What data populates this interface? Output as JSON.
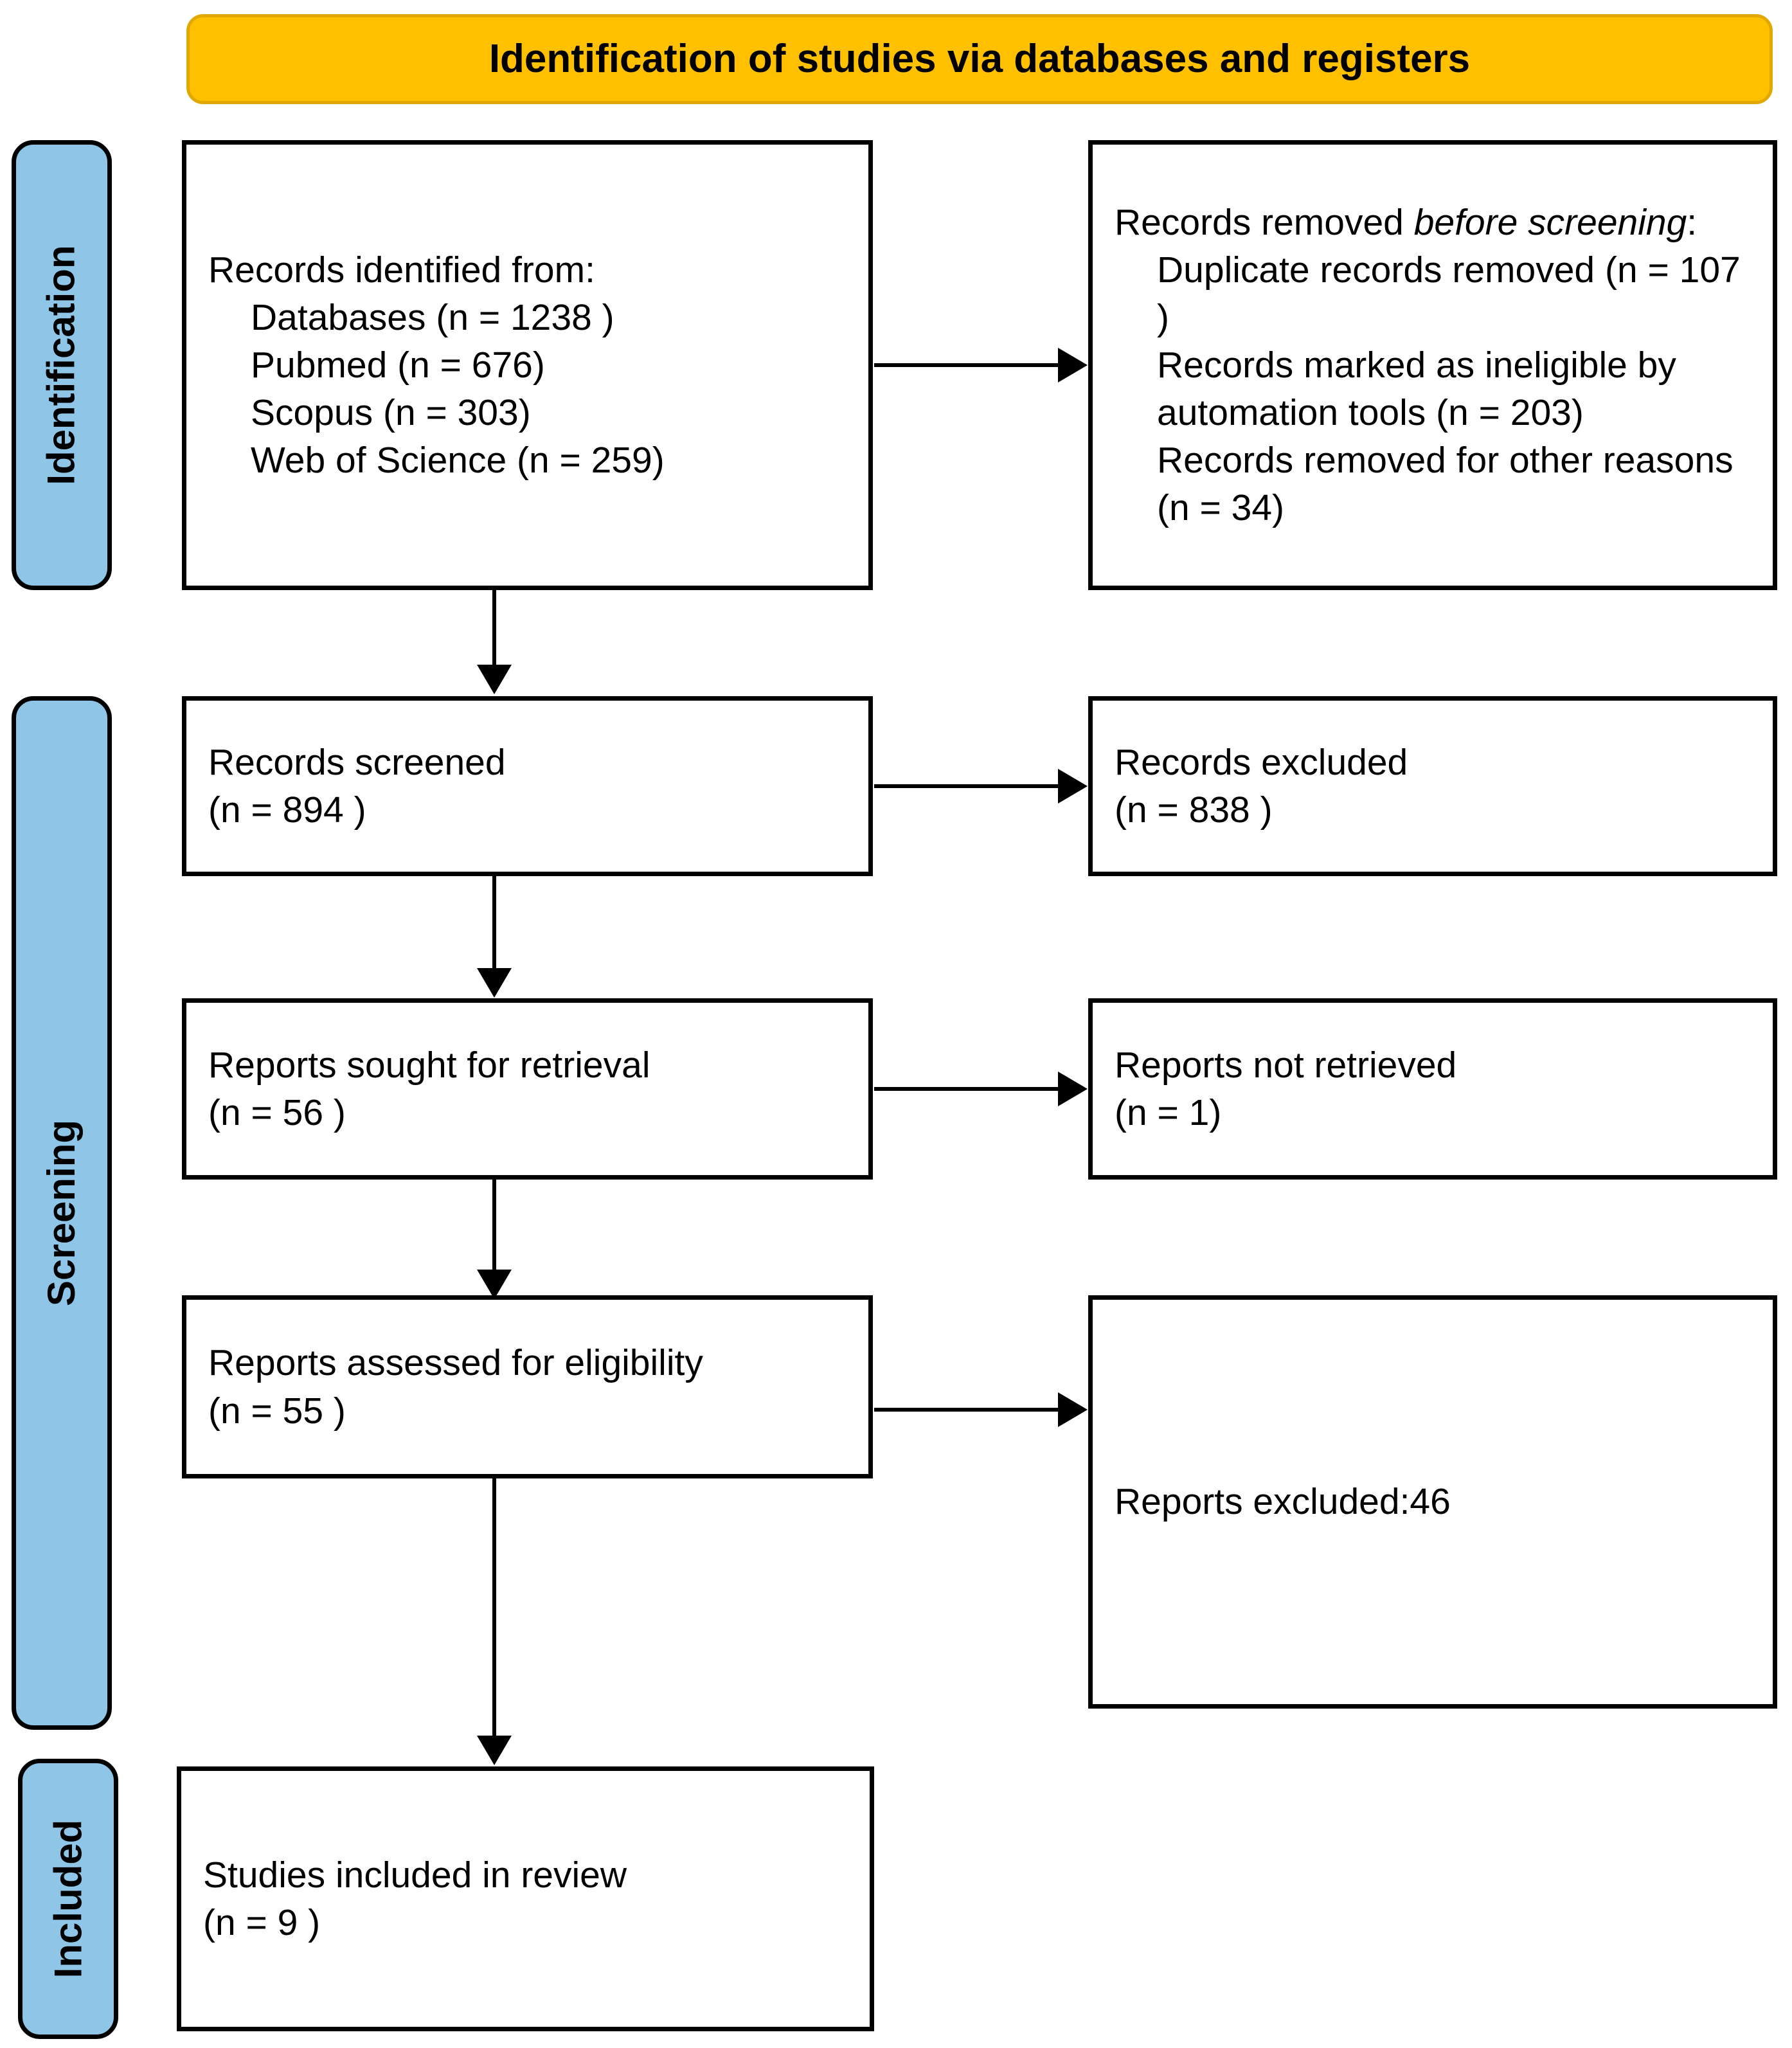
{
  "diagram": {
    "type": "PRISMA flow diagram",
    "banner": {
      "title": "Identification of studies via databases and registers"
    },
    "colors": {
      "banner_fill": "#FFC000",
      "phase_bar_fill": "#8FC6E8",
      "box_border": "#000000",
      "box_fill": "#FFFFFF",
      "text": "#000000"
    },
    "phases": [
      {
        "id": "identification",
        "label": "Identification"
      },
      {
        "id": "screening",
        "label": "Screening"
      },
      {
        "id": "included",
        "label": "Included"
      }
    ],
    "boxes": {
      "records_identified": {
        "heading": "Records identified from:",
        "items": [
          "Databases (n = 1238 )",
          "Pubmed (n = 676)",
          "Scopus (n = 303)",
          "Web of Science (n = 259)"
        ]
      },
      "records_removed": {
        "heading_plain": "Records removed ",
        "heading_italic": "before screening",
        "heading_colon": ":",
        "items": [
          "Duplicate records removed (n = 107 )",
          "Records marked as ineligible by automation tools (n = 203)",
          "Records removed for other reasons (n = 34)"
        ]
      },
      "records_screened": {
        "label": "Records screened",
        "count": "(n = 894 )"
      },
      "records_excluded": {
        "label": "Records excluded",
        "count": "(n = 838 )"
      },
      "reports_sought": {
        "label": "Reports sought for retrieval",
        "count": "(n = 56 )"
      },
      "reports_not_retrieved": {
        "label": "Reports not retrieved",
        "count": "(n = 1)"
      },
      "reports_assessed": {
        "label": "Reports assessed for eligibility",
        "count": "(n = 55 )"
      },
      "reports_excluded": {
        "label": "Reports excluded:46"
      },
      "studies_included": {
        "label": "Studies included in review",
        "count": "(n = 9 )"
      }
    }
  }
}
